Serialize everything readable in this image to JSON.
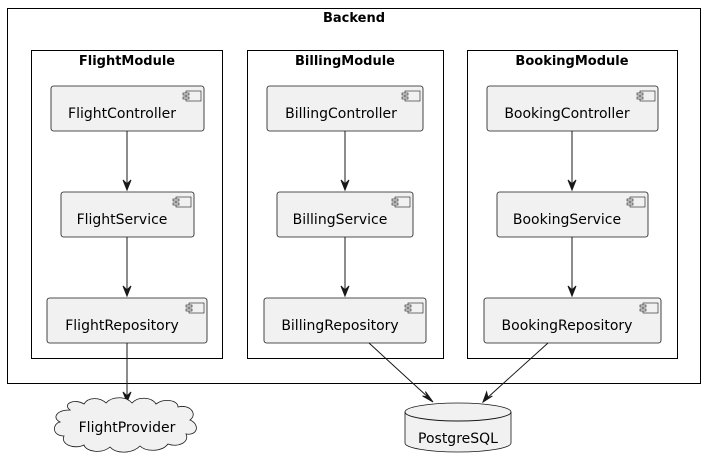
{
  "backend": {
    "title": "Backend"
  },
  "modules": {
    "flight": {
      "title": "FlightModule",
      "controller": "FlightController",
      "service": "FlightService",
      "repository": "FlightRepository"
    },
    "billing": {
      "title": "BillingModule",
      "controller": "BillingController",
      "service": "BillingService",
      "repository": "BillingRepository"
    },
    "booking": {
      "title": "BookingModule",
      "controller": "BookingController",
      "service": "BookingService",
      "repository": "BookingRepository"
    }
  },
  "external": {
    "provider": "FlightProvider",
    "database": "PostgreSQL"
  },
  "colors": {
    "node_fill": "#f1f1f1",
    "stroke": "#181818"
  },
  "icons": {
    "component": "uml-component-icon",
    "cloud": "cloud-shape",
    "database": "database-cylinder-shape"
  }
}
